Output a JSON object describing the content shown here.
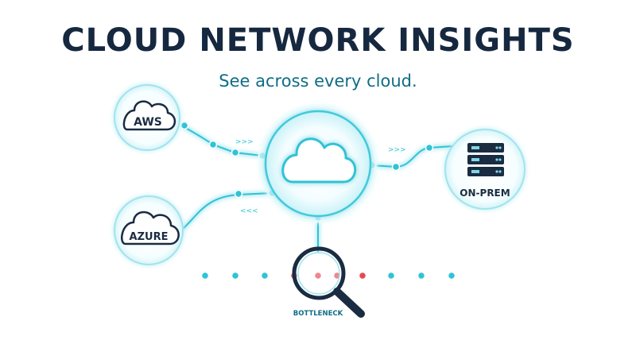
{
  "header": {
    "title": "CLOUD NETWORK INSIGHTS",
    "subtitle": "See across every cloud."
  },
  "nodes": {
    "aws": {
      "label": "AWS",
      "icon": "cloud-icon"
    },
    "azure": {
      "label": "AZURE",
      "icon": "cloud-icon"
    },
    "hub": {
      "icon": "cloud-icon"
    },
    "on_prem": {
      "label": "ON-PREM",
      "icon": "server-rack-icon"
    }
  },
  "flow_markers": {
    "aws_to_hub": ">>>",
    "hub_to_onprem": ">>>",
    "hub_to_azure": "<<<"
  },
  "inspector": {
    "icon": "magnifier-icon",
    "label": "BOTTLENECK"
  },
  "colors": {
    "accent": "#2fc3d6",
    "glow": "#bff0f6",
    "alert": "#e8474f",
    "text_dark": "#15283f",
    "text_teal": "#0f6d86"
  }
}
